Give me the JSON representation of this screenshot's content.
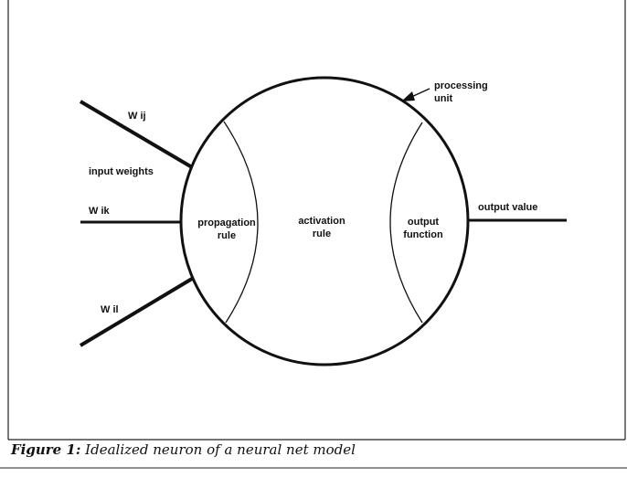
{
  "diagram": {
    "inputs": [
      {
        "label": "W ij"
      },
      {
        "label": "W ik"
      },
      {
        "label": "W il"
      }
    ],
    "input_group_label": "input weights",
    "unit_label": [
      "processing",
      "unit"
    ],
    "regions": [
      {
        "line1": "propagation",
        "line2": "rule"
      },
      {
        "line1": "activation",
        "line2": "rule"
      },
      {
        "line1": "output",
        "line2": "function"
      }
    ],
    "output_label": "output value"
  },
  "caption": {
    "prefix": "Figure 1:",
    "text": "Idealized neuron of a neural net model"
  }
}
